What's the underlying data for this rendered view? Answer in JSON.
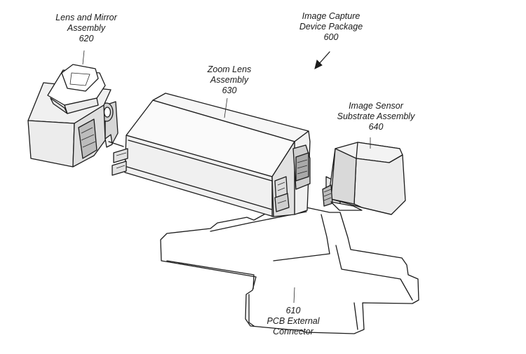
{
  "labels": {
    "lens_mirror": {
      "line1": "Lens and Mirror",
      "line2": "Assembly",
      "ref": "620"
    },
    "package": {
      "line1": "Image Capture",
      "line2": "Device Package",
      "ref": "600"
    },
    "zoom_lens": {
      "line1": "Zoom Lens",
      "line2": "Assembly",
      "ref": "630"
    },
    "image_sensor": {
      "line1": "Image Sensor",
      "line2": "Substrate Assembly",
      "ref": "640"
    },
    "pcb": {
      "ref": "610",
      "line1": "PCB External",
      "line2": "Connector"
    }
  },
  "colors": {
    "line": "#1c1c1c",
    "body_fill": "#f3f3f3",
    "shade_fill": "#d6d6d6",
    "dark_fill": "#a9a9a9",
    "background": "#ffffff"
  }
}
